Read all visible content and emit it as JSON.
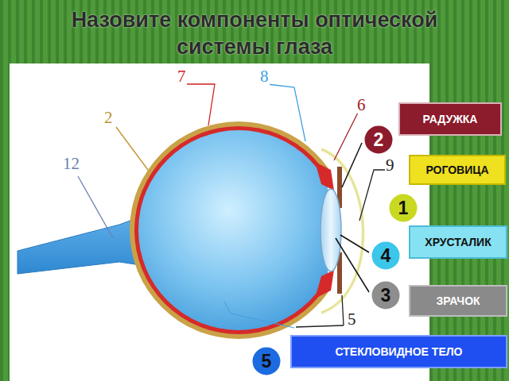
{
  "diagram": {
    "title": "Назовите компоненты оптической системы глаза",
    "nodes": [
      {
        "text": [
          "РАДУЖКА"
        ]
      },
      {
        "text": [
          "2"
        ]
      },
      {
        "text": [
          "РОГОВИЦА"
        ]
      },
      {
        "text": [
          "1"
        ]
      },
      {
        "text": [
          "ХРУСТАЛИК"
        ]
      },
      {
        "text": [
          "4"
        ]
      },
      {
        "text": [
          "3"
        ]
      },
      {
        "text": [
          "ЗРАЧОК"
        ]
      },
      {
        "text": [
          "СТЕКЛОВИДНОЕ ТЕЛО"
        ]
      },
      {
        "text": [
          "5"
        ]
      }
    ],
    "labels": [
      "12",
      "2",
      "7",
      "8",
      "6",
      "9",
      "5"
    ]
  }
}
